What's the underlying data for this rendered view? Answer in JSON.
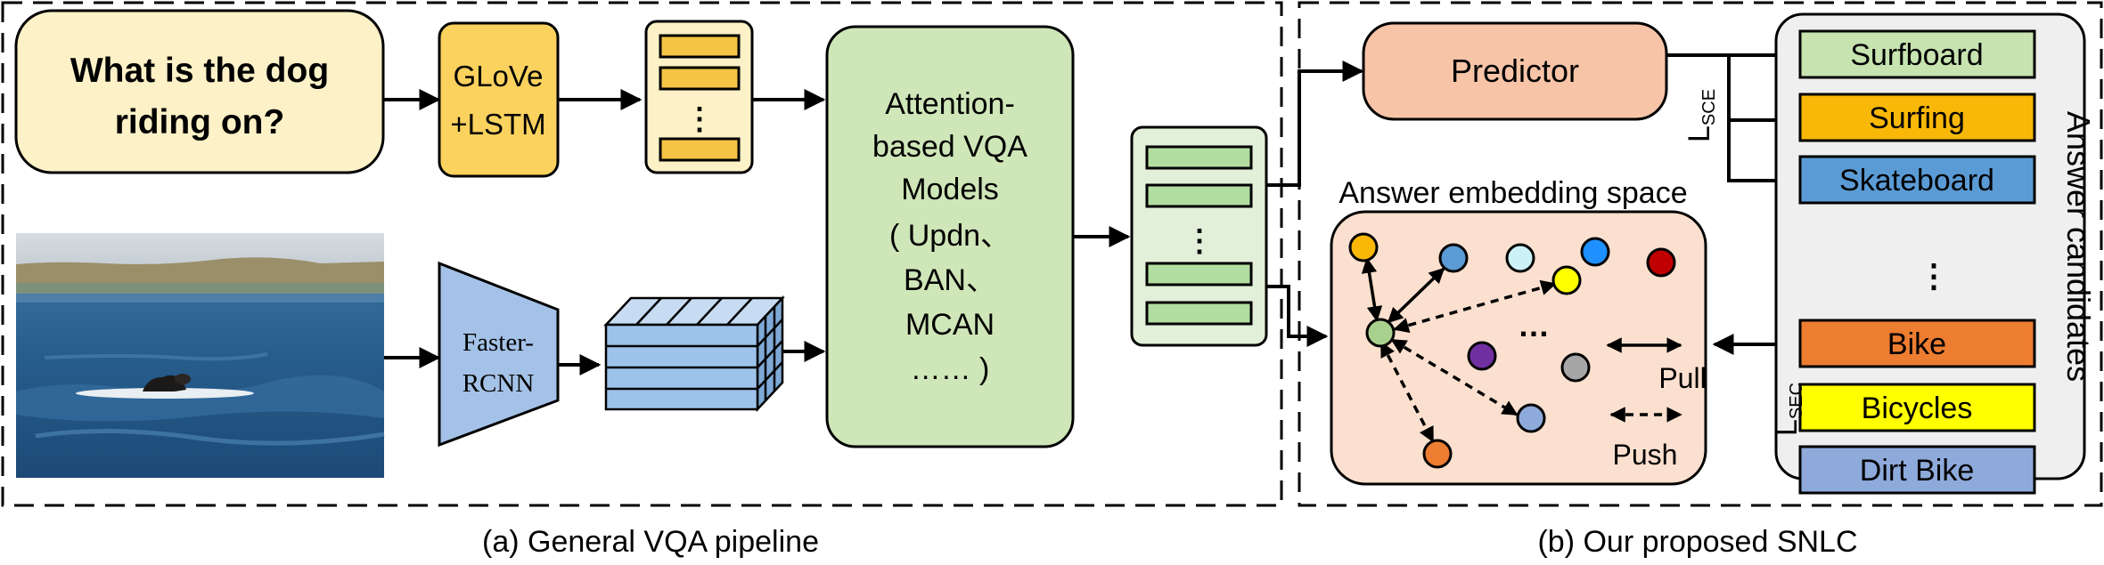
{
  "colors": {
    "question_fill": "#fdf1c7",
    "glove_fill": "#fbd25e",
    "bar_fill": "#f5c445",
    "model_fill": "#cfe6b8",
    "feature_fill": "#b2dda0",
    "predictor_fill": "#f8c4a8",
    "embedding_fill": "#fbe0cf",
    "candidates_fill": "#efefef",
    "frcnn_fill": "#a4c2e7",
    "cube_fill": "#9dc3ea"
  },
  "left_panel": {
    "question": [
      "What is the dog",
      "riding on?"
    ],
    "encoder": [
      "GLoVe",
      "+LSTM"
    ],
    "detector": [
      "Faster-",
      "RCNN"
    ],
    "model": [
      "Attention-",
      "based VQA",
      "Models",
      "( Updn、",
      "BAN、",
      "MCAN",
      "…… )"
    ],
    "ellipsis": "⋮",
    "caption": "(a) General VQA pipeline"
  },
  "right_panel": {
    "predictor": "Predictor",
    "embedding_title": "Answer embedding space",
    "loss_sce": {
      "main": "L",
      "sub": "SCE"
    },
    "loss_sec": {
      "main": "L",
      "sub": "SEC"
    },
    "candidates_title": "Answer candidates",
    "candidates": [
      {
        "label": "Surfboard",
        "color": "#c6e3b0"
      },
      {
        "label": "Surfing",
        "color": "#f9b808"
      },
      {
        "label": "Skateboard",
        "color": "#5b9bd5"
      },
      {
        "label": "Bike",
        "color": "#ed7d31"
      },
      {
        "label": "Bicycles",
        "color": "#ffff00"
      },
      {
        "label": "Dirt Bike",
        "color": "#8eaadb"
      }
    ],
    "candidates_ellipsis": "⋮",
    "legend_pull": "Pull",
    "legend_push": "Push",
    "dots_ellipsis": "…",
    "dot_colors": {
      "center": "#a9d18e",
      "orange1": "#f9b808",
      "blue1": "#5b9bd5",
      "cyan": "#ccf2f7",
      "blue2": "#1e90ff",
      "red": "#c00000",
      "yellow": "#ffff00",
      "purple": "#7030a0",
      "gray": "#a6a6a6",
      "lightblue": "#8eaadb",
      "orange2": "#ed7d31"
    },
    "caption": "(b) Our proposed SNLC"
  }
}
